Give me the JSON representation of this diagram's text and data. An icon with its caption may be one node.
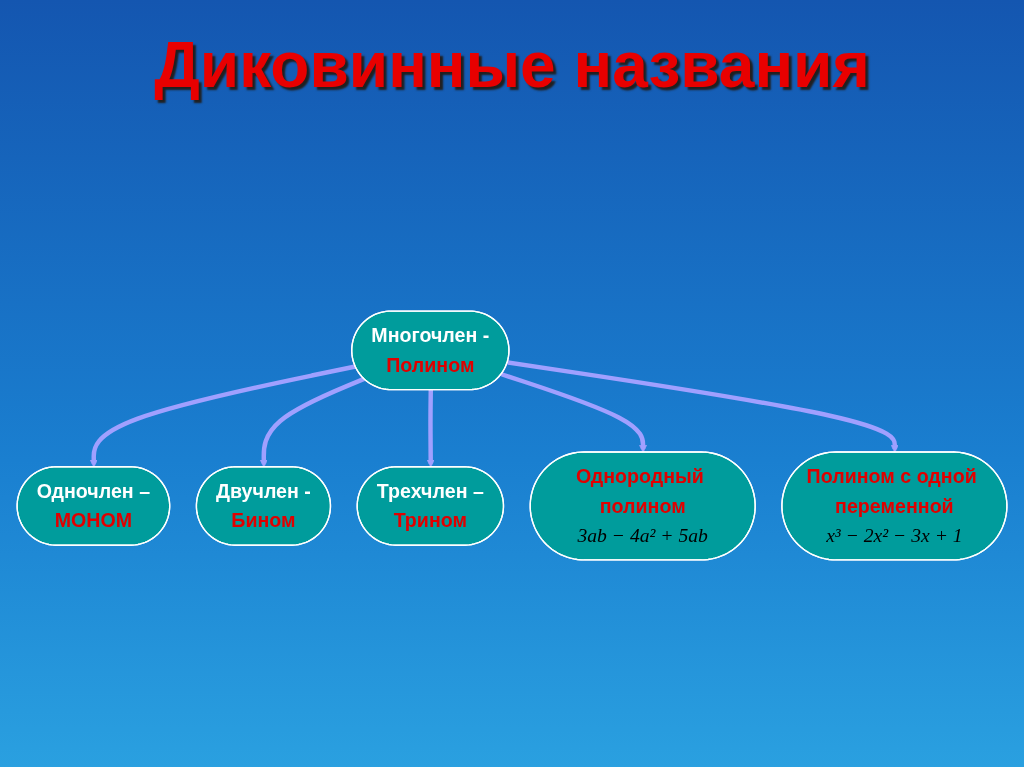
{
  "diagram": {
    "title": "Диковинные названия",
    "nodes": [
      {
        "text": [
          "Одночлен –",
          "МОНОМ"
        ]
      },
      {
        "text": [
          "Двучлен -",
          "Бином"
        ]
      },
      {
        "text": [
          "Многочлен -",
          "Полином"
        ]
      },
      {
        "text": [
          "Трехчлен –",
          "Трином"
        ]
      },
      {
        "text": [
          "Полином с одной переменной",
          "x³ − 2x² − 3x + 1"
        ]
      },
      {
        "text": [
          "Однородный полином",
          "3ab − 4a² + 5ab"
        ]
      }
    ],
    "edges": [
      {
        "from": 2,
        "to": 0,
        "arrow": "to"
      },
      {
        "from": 2,
        "to": 1,
        "arrow": "to"
      },
      {
        "from": 2,
        "to": 3,
        "arrow": "to"
      },
      {
        "from": 2,
        "to": 5,
        "arrow": "to"
      },
      {
        "from": 2,
        "to": 4,
        "arrow": "to"
      }
    ]
  }
}
